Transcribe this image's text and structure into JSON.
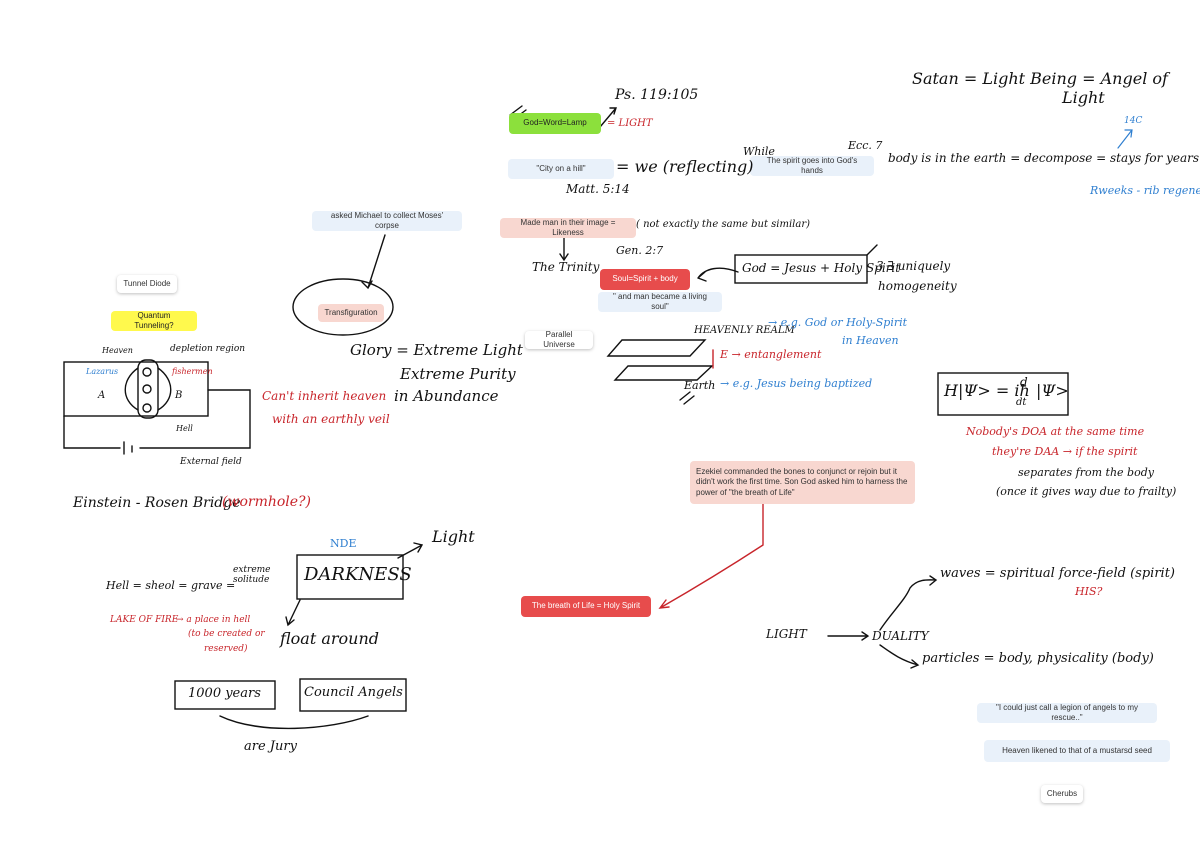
{
  "cards": {
    "tunnel_diode": "Tunnel Diode",
    "quantum_tunneling": "Quantum Tunneling?",
    "moses": "asked Michael to collect Moses' corpse",
    "transfiguration": "Transfiguration",
    "god_word_lamp": "God=Word=Lamp",
    "city_on_hill": "\"City on a hill\"",
    "spirit_to_god": "The spirit goes into God's hands",
    "made_man": "Made man in their image = Likeness",
    "soul": "Soul=Spirit + body",
    "living_soul": "\" and man became a living soul\"",
    "parallel_universe": "Parallel Universe",
    "ezekiel": "Ezekiel commanded the bones to conjunct or rejoin but it didn't work the first time. Son God asked him to harness the power of \"the breath of Life\"",
    "breath_of_life": "The breath of Life = Holy Spirit",
    "legion": "\"I could just call a legion of angels to my rescue..\"",
    "mustard": "Heaven likened to that of a mustarsd seed",
    "cherubs": "Cherubs"
  },
  "notes": {
    "satan": "Satan = Light Being = Angel of",
    "satan2": "Light",
    "ps": "Ps. 119:105",
    "light_red": "= LIGHT",
    "we_reflecting": "= we (reflecting)",
    "matt": "Matt. 5:14",
    "while": "While",
    "ecc": "Ecc. 7",
    "body_earth": "body is in the earth = decompose = stays for years",
    "carbon": "14C",
    "rweeks": "Rweeks - rib regenerat",
    "likeness_note": "( not exactly the same but similar)",
    "gen": "Gen. 2:7",
    "trinity": "The Trinity",
    "god_jesus": "God = Jesus + Holy Spirit",
    "uniquely": "3 ∃ uniquely",
    "homogeneity": "homogeneity",
    "heavenly": "HEAVENLY REALM",
    "heavenly_eg": "→ e.g. God or Holy-Spirit",
    "in_heaven": "in Heaven",
    "entanglement": "E → entanglement",
    "earth": "Earth",
    "earth_eg": "→ e.g. Jesus being baptized",
    "schrodinger_lhs": "H|Ψ> = iħ",
    "schrodinger_rhs": "|Ψ>",
    "schrodinger_num": "d",
    "schrodinger_den": "dt",
    "doa1": "Nobody's DOA at the same time",
    "doa2": "they're DAA → if the spirit",
    "doa3": "separates from the body",
    "doa4": "(once it gives way due to frailty)",
    "glory1": "Glory = Extreme Light",
    "glory2": "Extreme Purity",
    "glory3": "in Abundance",
    "cant_inherit1": "Can't inherit heaven",
    "cant_inherit2": "with an earthly veil",
    "heaven_label": "Heaven",
    "depletion": "depletion region",
    "lazarus": "Lazarus",
    "fishermen": "fishermen",
    "region_a": "A",
    "region_b": "B",
    "hell_label": "Hell",
    "external_field": "External field",
    "einstein": "Einstein - Rosen Bridge",
    "wormhole": "(wormhole?)",
    "nde": "NDE",
    "darkness": "DARKNESS",
    "light_out": "Light",
    "hell_sheol": "Hell = sheol = grave =",
    "extreme_solitude": "extreme solitude",
    "lake_fire": "LAKE OF FIRE",
    "place_hell": "→ a place in hell",
    "to_be_created": "(to be created or",
    "reserved": "reserved)",
    "float_around": "float around",
    "years_1000": "1000 years",
    "council_angels": "Council Angels",
    "are_jury": "are Jury",
    "light_duality": "LIGHT",
    "duality": "DUALITY",
    "waves": "waves = spiritual force-field (spirit)",
    "his": "HIS?",
    "particles": "particles = body, physicality (body)"
  },
  "colors": {
    "ink": "#111111",
    "red_ink": "#c8252b",
    "blue_ink": "#2f7fd0",
    "red_card": "#e74c4c",
    "green_card": "#8ce03c",
    "yellow_card": "#fff94d"
  }
}
